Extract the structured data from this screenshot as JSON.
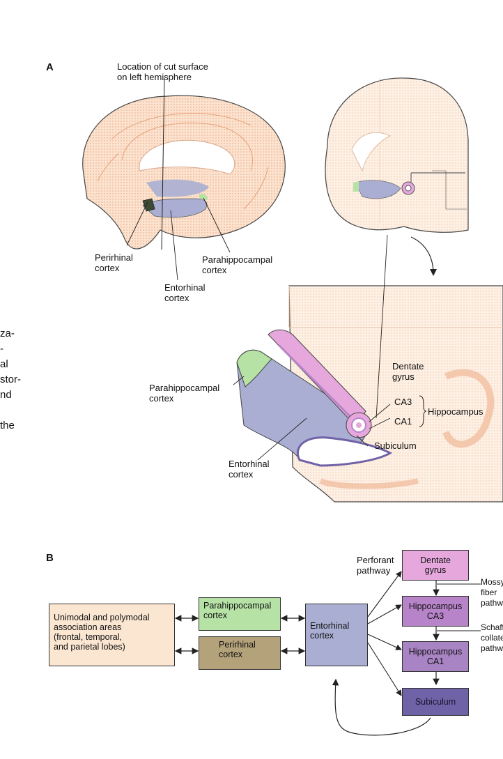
{
  "panel_a": {
    "letter": "A",
    "cut_surface_label": "Location of cut surface\non left hemisphere",
    "labels": {
      "perirhinal": "Perirhinal\ncortex",
      "parahippocampal": "Parahippocampal\ncortex",
      "entorhinal": "Entorhinal\ncortex",
      "dentate": "Dentate\ngyrus",
      "ca3": "CA3",
      "ca1": "CA1",
      "hippocampus": "Hippocampus",
      "subiculum": "Subiculum",
      "parahippocampal_detail": "Parahippocampal\ncortex",
      "entorhinal_detail": "Entorhinal\ncortex"
    }
  },
  "margin_text": {
    "lines": [
      "za-",
      "-",
      "al",
      "stor-",
      "nd",
      "",
      "the"
    ]
  },
  "panel_b": {
    "letter": "B",
    "boxes": {
      "association": "Unimodal and polymodal\nassociation areas\n(frontal, temporal,\nand parietal lobes)",
      "parahippocampal": "Parahippocampal\ncortex",
      "perirhinal": "Perirhinal\ncortex",
      "entorhinal": "Entorhinal\ncortex",
      "dentate": "Dentate\ngyrus",
      "ca3": "Hippocampus\nCA3",
      "ca1": "Hippocampus\nCA1",
      "subiculum": "Subiculum"
    },
    "pathway_labels": {
      "perforant": "Perforant\npathway",
      "mossy": "Mossy\nfiber\npathw",
      "schaffer": "Schaff\ncollate\npathw"
    },
    "colors": {
      "association": "#fbe6d2",
      "parahippocampal": "#b6e2a6",
      "perirhinal": "#b4a27a",
      "entorhinal": "#a9aed2",
      "dentate": "#e6a8dc",
      "ca3": "#b784c9",
      "ca1": "#a884c4",
      "subiculum": "#6f62a6"
    }
  }
}
